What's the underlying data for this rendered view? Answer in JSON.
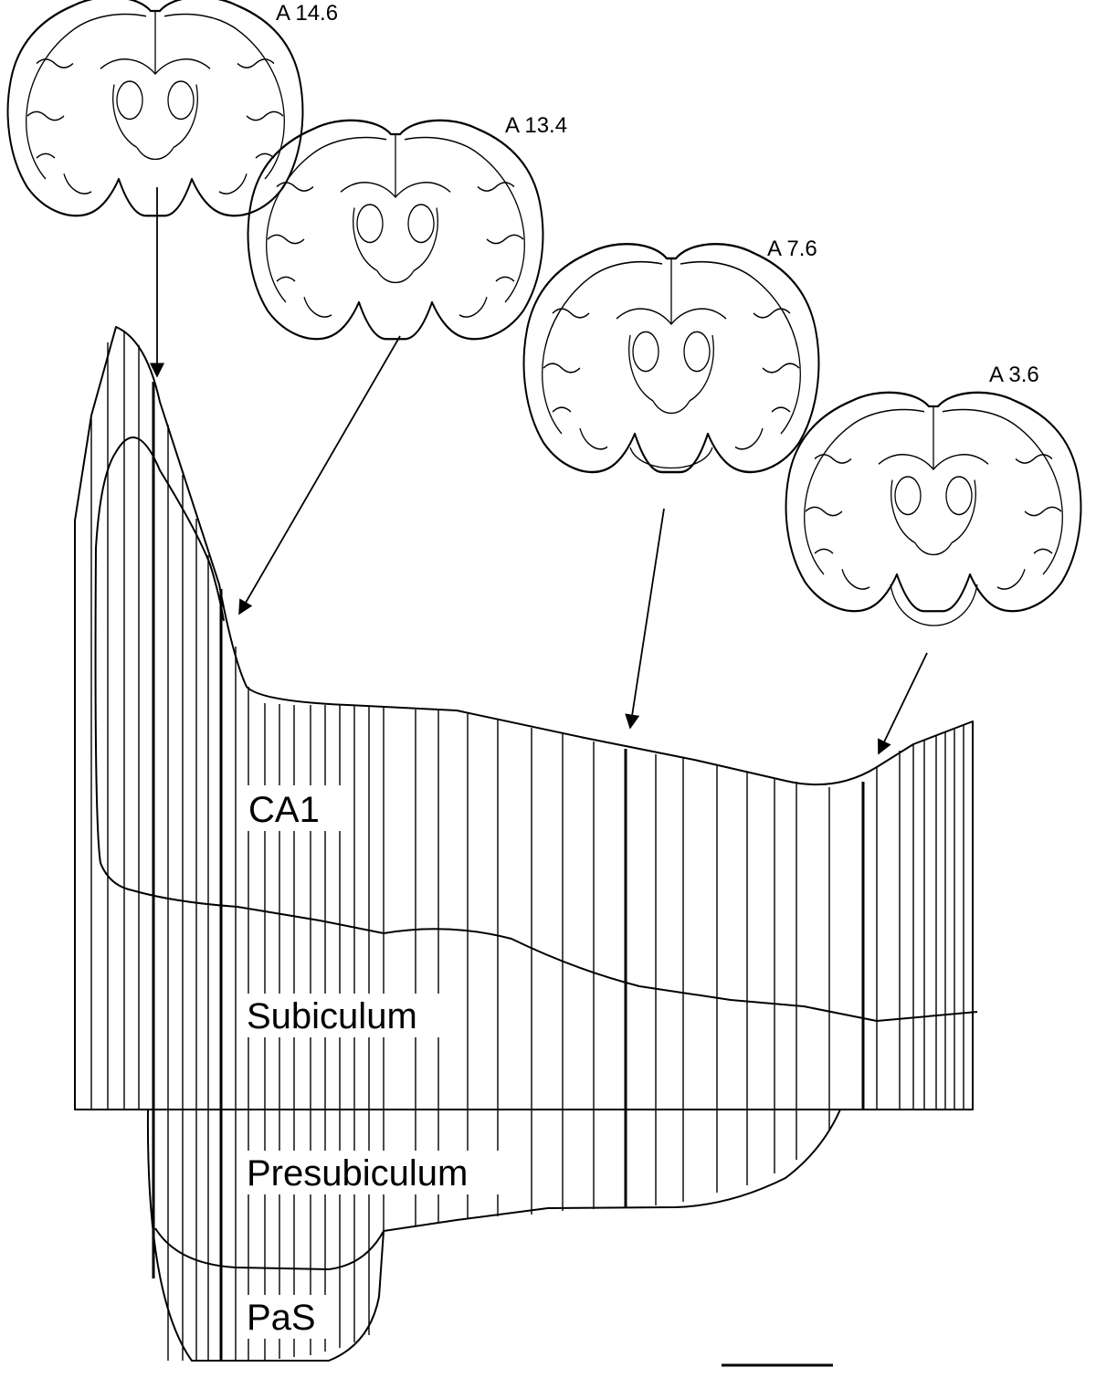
{
  "sections": [
    {
      "label": "A 14.6"
    },
    {
      "label": "A 13.4"
    },
    {
      "label": "A 7.6"
    },
    {
      "label": "A 3.6"
    }
  ],
  "regions": {
    "ca1": "CA1",
    "subiculum": "Subiculum",
    "presubiculum": "Presubiculum",
    "pas": "PaS"
  }
}
